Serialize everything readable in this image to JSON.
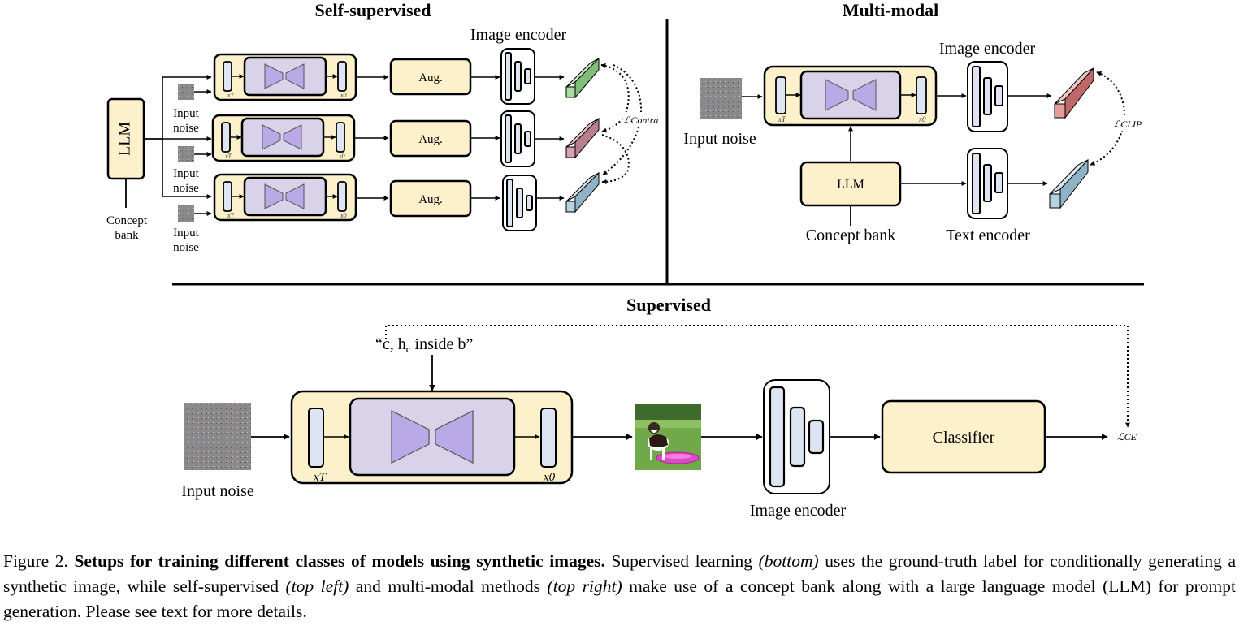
{
  "panels": {
    "self_supervised": {
      "title": "Self-supervised",
      "image_encoder_label": "Image encoder",
      "aug_label": "Aug.",
      "llm_label": "LLM",
      "concept_bank_line1": "Concept",
      "concept_bank_line2": "bank",
      "input_noise_line1": "Input",
      "input_noise_line2": "noise",
      "loss_label": "ℒContra"
    },
    "multi_modal": {
      "title": "Multi-modal",
      "image_encoder_label": "Image encoder",
      "input_noise_label": "Input noise",
      "llm_label": "LLM",
      "concept_bank_label": "Concept bank",
      "text_encoder_label": "Text encoder",
      "loss_label": "ℒCLIP"
    },
    "supervised": {
      "title": "Supervised",
      "prompt": "“c, h",
      "prompt_sub": "c",
      "prompt_tail": " inside b”",
      "input_noise_label": "Input noise",
      "image_encoder_label": "Image encoder",
      "classifier_label": "Classifier",
      "loss_label": "ℒCE"
    }
  },
  "latent_labels": {
    "start": "xT",
    "end": "x0"
  },
  "caption": {
    "prefix": "Figure 2. ",
    "title": "Setups for training different classes of models using synthetic images.",
    "t1": " Supervised learning ",
    "i1": "(bottom)",
    "t2": " uses the ground-truth label for conditionally generating a synthetic image, while self-supervised ",
    "i2": "(top left)",
    "t3": " and multi-modal methods ",
    "i3": "(top right)",
    "t4": " make use of a concept bank along with a large language model (LLM) for prompt generation. Please see text for more details."
  },
  "colors": {
    "cream": "#fdf1cb",
    "latent": "#dde5f2",
    "unet_bg": "#d9d3ea",
    "unet": "#b9a9e6",
    "green": "#a8dba0",
    "pink": "#d9a4b0",
    "blue": "#b5d2e0",
    "red": "#e29c9c"
  },
  "icons": [
    "noise-image-icon",
    "dog-photo-icon",
    "feature-vector-icon",
    "unet-icon"
  ]
}
